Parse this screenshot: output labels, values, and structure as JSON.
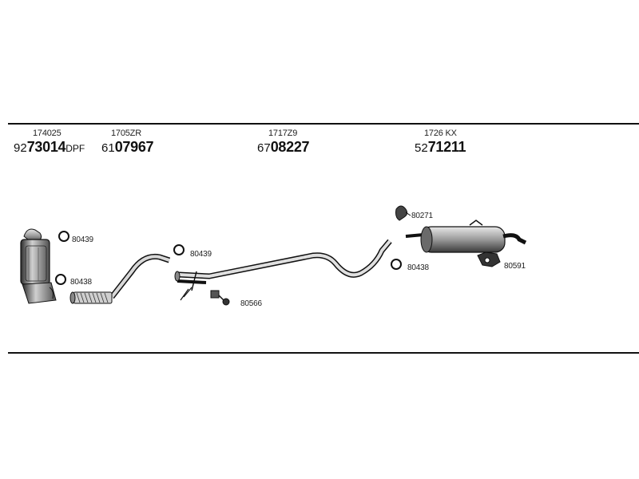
{
  "parts": [
    {
      "ref": "174025",
      "prefix": "92",
      "main": "73014",
      "suffix": "DPF"
    },
    {
      "ref": "1705ZR",
      "prefix": "61",
      "main": "07967",
      "suffix": ""
    },
    {
      "ref": "1717Z9",
      "prefix": "67",
      "main": "08227",
      "suffix": ""
    },
    {
      "ref": "1726 KX",
      "prefix": "52",
      "main": "71211",
      "suffix": ""
    }
  ],
  "callouts": {
    "c1": "80439",
    "c2": "80438",
    "c3": "80439",
    "c4": "80566",
    "c5": "80271",
    "c6": "80438",
    "c7": "80591"
  }
}
